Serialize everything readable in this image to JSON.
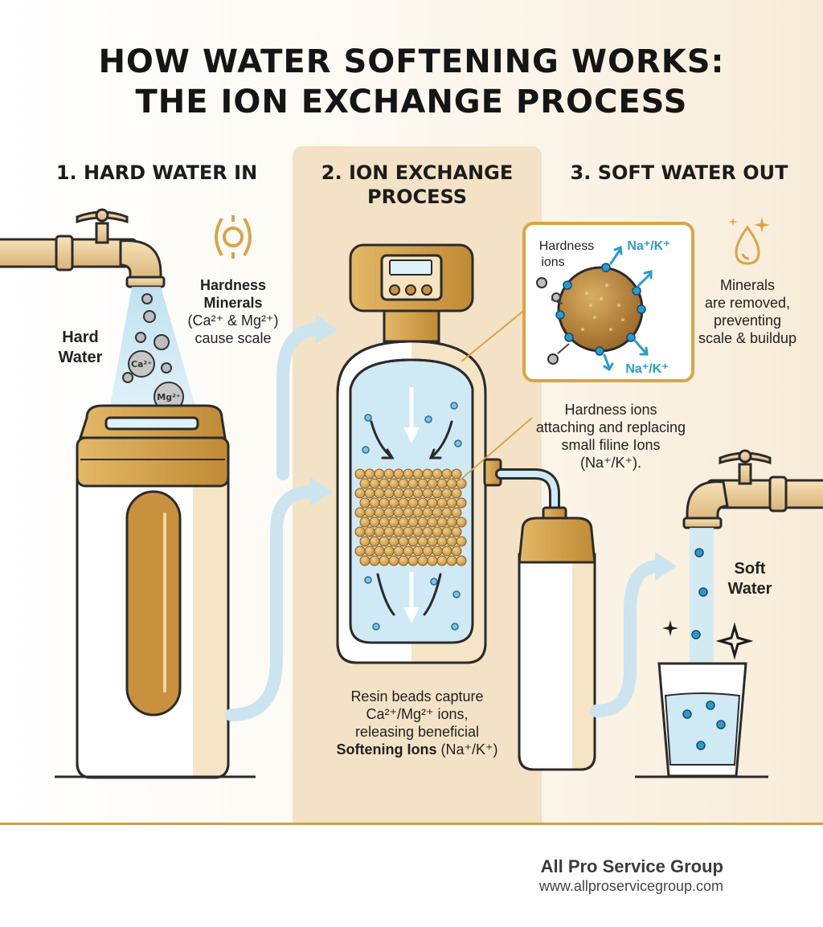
{
  "title": {
    "line1": "HOW WATER SOFTENING WORKS:",
    "line2": "THE ION EXCHANGE PROCESS"
  },
  "steps": {
    "step1": "1. HARD WATER IN",
    "step2_line1": "2. ION EXCHANGE",
    "step2_line2": "PROCESS",
    "step3": "3. SOFT WATER OUT"
  },
  "labels": {
    "hard_water_line1": "Hard",
    "hard_water_line2": "Water",
    "hardness_line1": "Hardness",
    "hardness_line2": "Minerals",
    "hardness_line3": "(Ca²⁺ & Mg²⁺)",
    "hardness_line4": "cause scale",
    "ion_ca": "Ca²⁺",
    "ion_mg": "Mg²⁺",
    "inset_hardness_line1": "Hardness",
    "inset_hardness_line2": "ions",
    "inset_na_top": "Na⁺/K⁺",
    "inset_na_bottom": "Na⁺/K⁺",
    "attach_line1": "Hardness ions",
    "attach_line2": "attaching and replacing",
    "attach_line3": "small filine Ions",
    "attach_line4": "(Na⁺/K⁺).",
    "resin_line1": "Resin beads capture",
    "resin_line2": "Ca²⁺/Mg²⁺ ions,",
    "resin_line3": "releasing beneficial",
    "resin_line4_bold": "Softening Ions",
    "resin_line4_rest": " (Na⁺/K⁺)",
    "minerals_line1": "Minerals",
    "minerals_line2": "are removed,",
    "minerals_line3": "preventing",
    "minerals_line4": "scale & buildup",
    "soft_water_line1": "Soft",
    "soft_water_line2": "Water"
  },
  "footer": {
    "company": "All Pro Service Group",
    "url": "www.allproservicegroup.com"
  },
  "colors": {
    "gold": "#d2a24c",
    "gold_dark": "#a8772a",
    "cream": "#f6e6c6",
    "water": "#cfe9f5",
    "ion_blue": "#2a9ad0",
    "arrow_blue": "#cbe4ef"
  },
  "icons": [
    "faucet-icon",
    "mineral-ring-icon",
    "droplet-sparkle-icon",
    "sparkle-icon",
    "brand-star-icon"
  ]
}
